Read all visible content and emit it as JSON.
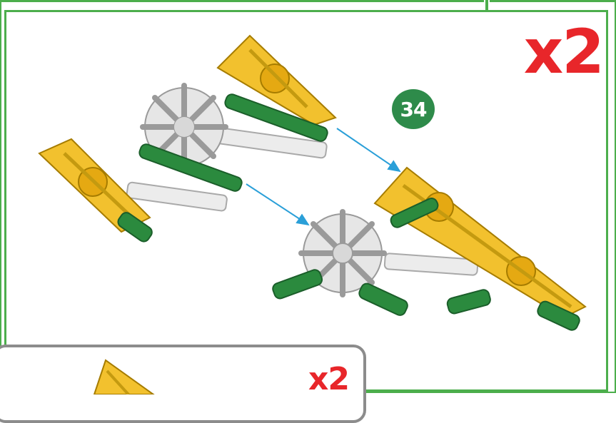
{
  "instruction": {
    "quantity_main": "x2",
    "step_number": "34",
    "quantity_next": "x2"
  },
  "colors": {
    "frame_green": "#4cae4c",
    "connector_yellow": "#f2c12e",
    "connector_white": "#e6e6e6",
    "rod_green": "#2b8a3e",
    "arrow_blue": "#2a9fd8",
    "quantity_red": "#e8262a",
    "badge_green": "#2e8b4a"
  },
  "parts": {
    "left_assembly": [
      "yellow-connector",
      "white-connector",
      "yellow-connector",
      "green-rod",
      "white-rod"
    ],
    "right_assembly": [
      "yellow-connector",
      "white-connector",
      "yellow-connector",
      "green-rod",
      "white-rod"
    ]
  }
}
